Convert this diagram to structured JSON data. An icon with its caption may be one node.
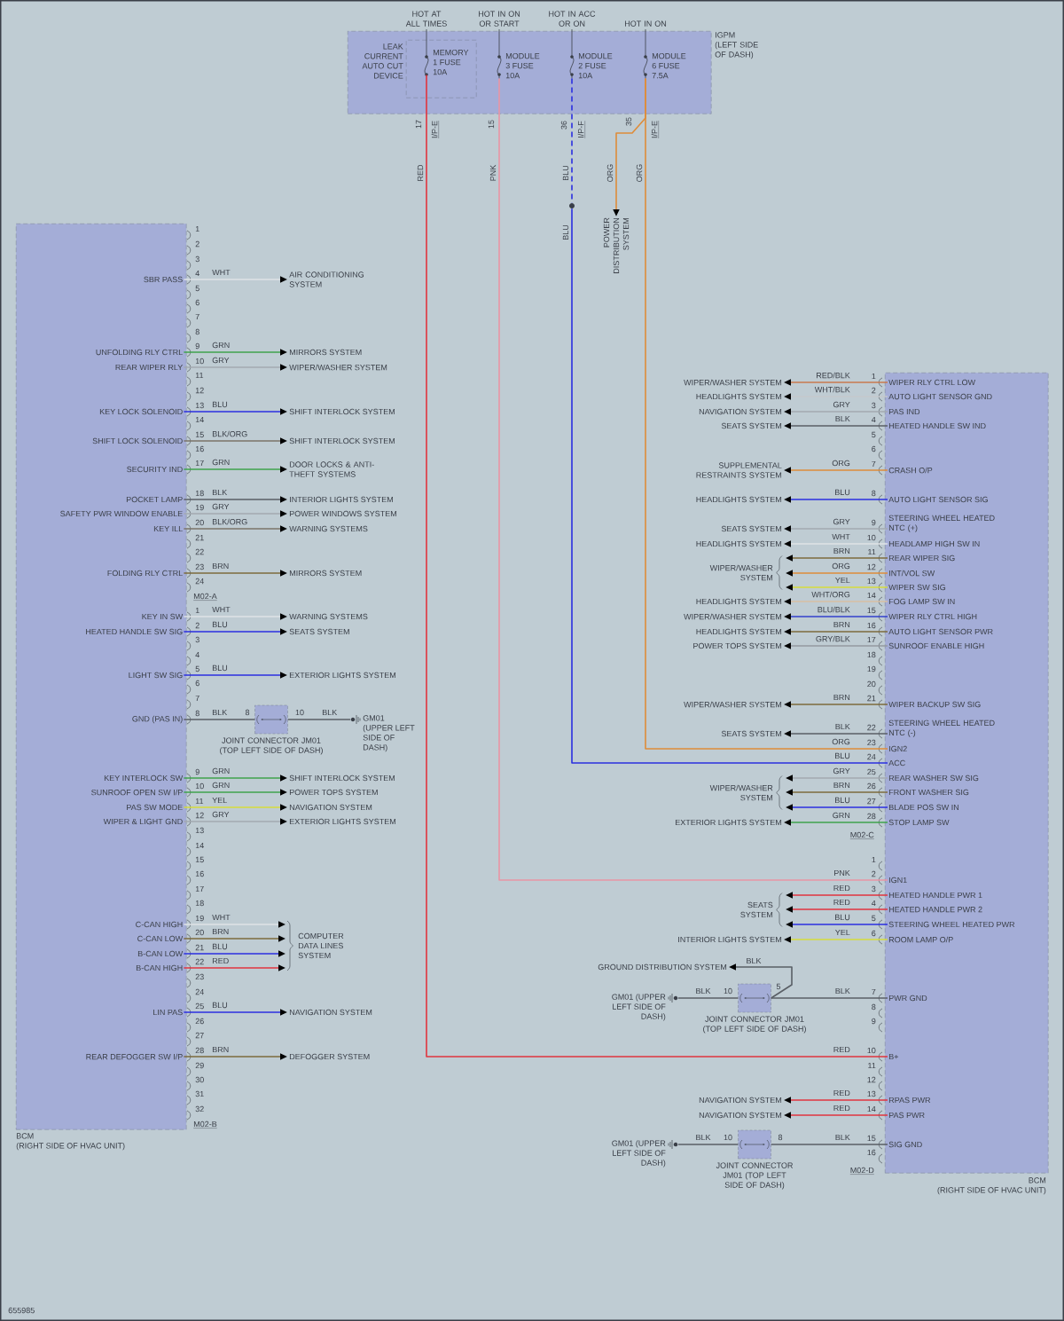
{
  "diagram": {
    "nodes": [
      {
        "text": [
          "IGPM (LEFT SIDE OF DASH)"
        ]
      },
      {
        "text": [
          "LEAK CURRENT AUTO CUT DEVICE"
        ],
        "in": 0
      },
      {
        "text": [
          "MEMORY 1 FUSE 10A"
        ],
        "in": 1,
        "beside": [
          "HOT AT ALL TIMES"
        ]
      },
      {
        "text": [
          "MODULE 3 FUSE 10A"
        ],
        "in": 0,
        "beside": [
          "HOT IN ON OR START"
        ]
      },
      {
        "text": [
          "MODULE 2 FUSE 10A"
        ],
        "in": 0,
        "beside": [
          "HOT IN ACC OR ON"
        ]
      },
      {
        "text": [
          "MODULE 6 FUSE 7.5A"
        ],
        "in": 0,
        "beside": [
          "HOT IN ON"
        ]
      },
      {
        "text": [
          "POWER DISTRIBUTION SYSTEM"
        ]
      },
      {
        "text": [],
        "shape": "circle"
      },
      {
        "text": [
          "BCM",
          "(RIGHT SIDE OF HVAC UNIT)"
        ]
      },
      {
        "text": [
          "SBR PASS"
        ],
        "in": 8
      },
      {
        "text": [
          "UNFOLDING RLY CTRL"
        ],
        "in": 8
      },
      {
        "text": [
          "REAR WIPER RLY"
        ],
        "in": 8
      },
      {
        "text": [
          "KEY LOCK SOLENOID"
        ],
        "in": 8
      },
      {
        "text": [
          "SHIFT LOCK SOLENOID"
        ],
        "in": 8
      },
      {
        "text": [
          "SECURITY IND"
        ],
        "in": 8
      },
      {
        "text": [
          "POCKET LAMP"
        ],
        "in": 8
      },
      {
        "text": [
          "SAFETY PWR WINDOW ENABLE"
        ],
        "in": 8
      },
      {
        "text": [
          "KEY ILL"
        ],
        "in": 8
      },
      {
        "text": [
          "FOLDING RLY CTRL"
        ],
        "in": 8
      },
      {
        "text": [
          "KEY IN SW"
        ],
        "in": 8
      },
      {
        "text": [
          "HEATED HANDLE SW SIG"
        ],
        "in": 8
      },
      {
        "text": [
          "LIGHT SW SIG"
        ],
        "in": 8
      },
      {
        "text": [
          "GND (PAS IN)"
        ],
        "in": 8
      },
      {
        "text": [
          "KEY INTERLOCK SW"
        ],
        "in": 8
      },
      {
        "text": [
          "SUNROOF OPEN SW I/P"
        ],
        "in": 8
      },
      {
        "text": [
          "PAS SW MODE"
        ],
        "in": 8
      },
      {
        "text": [
          "WIPER & LIGHT GND"
        ],
        "in": 8
      },
      {
        "text": [
          "C-CAN HIGH"
        ],
        "in": 8
      },
      {
        "text": [
          "C-CAN LOW"
        ],
        "in": 8
      },
      {
        "text": [
          "B-CAN LOW"
        ],
        "in": 8
      },
      {
        "text": [
          "B-CAN HIGH"
        ],
        "in": 8
      },
      {
        "text": [
          "LIN PAS"
        ],
        "in": 8
      },
      {
        "text": [
          "REAR DEFOGGER SW I/P"
        ],
        "in": 8
      },
      {
        "text": [
          "AIR CONDITIONING SYSTEM"
        ]
      },
      {
        "text": [
          "MIRRORS SYSTEM"
        ]
      },
      {
        "text": [
          "WIPER/WASHER SYSTEM"
        ]
      },
      {
        "text": [
          "SHIFT INTERLOCK SYSTEM"
        ]
      },
      {
        "text": [
          "SHIFT INTERLOCK SYSTEM"
        ]
      },
      {
        "text": [
          "DOOR LOCKS & ANTI-THEFT SYSTEMS"
        ]
      },
      {
        "text": [
          "INTERIOR LIGHTS SYSTEM"
        ]
      },
      {
        "text": [
          "POWER WINDOWS SYSTEM"
        ]
      },
      {
        "text": [
          "WARNING SYSTEMS"
        ]
      },
      {
        "text": [
          "MIRRORS SYSTEM"
        ]
      },
      {
        "text": [
          "WARNING SYSTEMS"
        ]
      },
      {
        "text": [
          "SEATS SYSTEM"
        ]
      },
      {
        "text": [
          "EXTERIOR LIGHTS SYSTEM"
        ]
      },
      {
        "text": [
          "JOINT CONNECTOR JM01 (TOP LEFT SIDE OF DASH)"
        ]
      },
      {
        "text": [
          "GM01 (UPPER LEFT SIDE OF DASH)"
        ]
      },
      {
        "text": [
          "SHIFT INTERLOCK SYSTEM"
        ]
      },
      {
        "text": [
          "POWER TOPS SYSTEM"
        ]
      },
      {
        "text": [
          "NAVIGATION SYSTEM"
        ]
      },
      {
        "text": [
          "EXTERIOR LIGHTS SYSTEM"
        ]
      },
      {
        "text": [
          "COMPUTER DATA LINES SYSTEM"
        ]
      },
      {
        "text": [
          "NAVIGATION SYSTEM"
        ]
      },
      {
        "text": [
          "DEFOGGER SYSTEM"
        ]
      },
      {
        "text": [
          "BCM",
          "(RIGHT SIDE OF HVAC UNIT)"
        ]
      },
      {
        "text": [
          "WIPER RLY CTRL LOW"
        ],
        "in": 55
      },
      {
        "text": [
          "AUTO LIGHT SENSOR GND"
        ],
        "in": 55
      },
      {
        "text": [
          "PAS IND"
        ],
        "in": 55
      },
      {
        "text": [
          "HEATED HANDLE SW IND"
        ],
        "in": 55
      },
      {
        "text": [
          "CRASH O/P"
        ],
        "in": 55
      },
      {
        "text": [
          "AUTO LIGHT SENSOR SIG"
        ],
        "in": 55
      },
      {
        "text": [
          "STEERING WHEEL HEATED NTC (+)"
        ],
        "in": 55
      },
      {
        "text": [
          "HEADLAMP HIGH SW IN"
        ],
        "in": 55
      },
      {
        "text": [
          "REAR WIPER SIG"
        ],
        "in": 55
      },
      {
        "text": [
          "INT/VOL SW"
        ],
        "in": 55
      },
      {
        "text": [
          "WIPER SW SIG"
        ],
        "in": 55
      },
      {
        "text": [
          "FOG LAMP SW IN"
        ],
        "in": 55
      },
      {
        "text": [
          "WIPER RLY CTRL HIGH"
        ],
        "in": 55
      },
      {
        "text": [
          "AUTO LIGHT SENSOR PWR"
        ],
        "in": 55
      },
      {
        "text": [
          "SUNROOF ENABLE HIGH"
        ],
        "in": 55
      },
      {
        "text": [
          "WIPER BACKUP SW SIG"
        ],
        "in": 55
      },
      {
        "text": [
          "STEERING WHEEL HEATED NTC (-)"
        ],
        "in": 55
      },
      {
        "text": [
          "IGN2"
        ],
        "in": 55
      },
      {
        "text": [
          "ACC"
        ],
        "in": 55
      },
      {
        "text": [
          "REAR WASHER SW SIG"
        ],
        "in": 55
      },
      {
        "text": [
          "FRONT WASHER SIG"
        ],
        "in": 55
      },
      {
        "text": [
          "BLADE POS SW IN"
        ],
        "in": 55
      },
      {
        "text": [
          "STOP LAMP SW"
        ],
        "in": 55
      },
      {
        "text": [
          "IGN1"
        ],
        "in": 55
      },
      {
        "text": [
          "HEATED HANDLE PWR 1"
        ],
        "in": 55
      },
      {
        "text": [
          "HEATED HANDLE PWR 2"
        ],
        "in": 55
      },
      {
        "text": [
          "STEERING WHEEL HEATED PWR"
        ],
        "in": 55
      },
      {
        "text": [
          "ROOM LAMP O/P"
        ],
        "in": 55
      },
      {
        "text": [
          "PWR GND"
        ],
        "in": 55
      },
      {
        "text": [
          "B+"
        ],
        "in": 55
      },
      {
        "text": [
          "RPAS PWR"
        ],
        "in": 55
      },
      {
        "text": [
          "PAS PWR"
        ],
        "in": 55
      },
      {
        "text": [
          "SIG GND"
        ],
        "in": 55
      },
      {
        "text": [
          "WIPER/WASHER SYSTEM"
        ]
      },
      {
        "text": [
          "HEADLIGHTS SYSTEM"
        ]
      },
      {
        "text": [
          "NAVIGATION SYSTEM"
        ]
      },
      {
        "text": [
          "SEATS SYSTEM"
        ]
      },
      {
        "text": [
          "SUPPLEMENTAL RESTRAINTS SYSTEM"
        ]
      },
      {
        "text": [
          "HEADLIGHTS SYSTEM"
        ]
      },
      {
        "text": [
          "SEATS SYSTEM"
        ]
      },
      {
        "text": [
          "HEADLIGHTS SYSTEM"
        ]
      },
      {
        "text": [
          "WIPER/WASHER SYSTEM"
        ]
      },
      {
        "text": [
          "HEADLIGHTS SYSTEM"
        ]
      },
      {
        "text": [
          "WIPER/WASHER SYSTEM"
        ]
      },
      {
        "text": [
          "HEADLIGHTS SYSTEM"
        ]
      },
      {
        "text": [
          "POWER TOPS SYSTEM"
        ]
      },
      {
        "text": [
          "WIPER/WASHER SYSTEM"
        ]
      },
      {
        "text": [
          "SEATS SYSTEM"
        ]
      },
      {
        "text": [
          "WIPER/WASHER SYSTEM"
        ]
      },
      {
        "text": [
          "EXTERIOR LIGHTS SYSTEM"
        ]
      },
      {
        "text": [
          "SEATS SYSTEM"
        ]
      },
      {
        "text": [
          "INTERIOR LIGHTS SYSTEM"
        ]
      },
      {
        "text": [
          "GROUND DISTRIBUTION SYSTEM"
        ]
      },
      {
        "text": [
          "GM01 (UPPER LEFT SIDE OF DASH)"
        ]
      },
      {
        "text": [
          "JOINT CONNECTOR JM01 (TOP LEFT SIDE OF DASH)"
        ]
      },
      {
        "text": [
          "NAVIGATION SYSTEM"
        ]
      },
      {
        "text": [
          "NAVIGATION SYSTEM"
        ]
      },
      {
        "text": [
          "GM01 (UPPER LEFT SIDE OF DASH)"
        ]
      },
      {
        "text": [
          "JOINT CONNECTOR JM01 (TOP LEFT SIDE OF DASH)"
        ]
      }
    ],
    "edges": [
      {
        "from": 9,
        "to": 33,
        "arrow": "to",
        "label": "WHT",
        "color": "#dfe3e6"
      },
      {
        "from": 10,
        "to": 34,
        "arrow": "to",
        "label": "GRN",
        "color": "#3fa34d"
      },
      {
        "from": 11,
        "to": 35,
        "arrow": "to",
        "label": "GRY",
        "color": "#a3aab0"
      },
      {
        "from": 12,
        "to": 36,
        "arrow": "to",
        "label": "BLU",
        "color": "#2b2fe0"
      },
      {
        "from": 13,
        "to": 37,
        "arrow": "to",
        "label": "BLK/ORG",
        "color": "#7b7468"
      },
      {
        "from": 14,
        "to": 38,
        "arrow": "to",
        "label": "GRN",
        "color": "#3fa34d"
      },
      {
        "from": 15,
        "to": 39,
        "arrow": "to",
        "label": "BLK",
        "color": "#5a5f66"
      },
      {
        "from": 16,
        "to": 40,
        "arrow": "to",
        "label": "GRY",
        "color": "#a3aab0"
      },
      {
        "from": 17,
        "to": 41,
        "arrow": "to",
        "label": "BLK/ORG",
        "color": "#7b7468"
      },
      {
        "from": 18,
        "to": 42,
        "arrow": "to",
        "label": "BRN",
        "color": "#7d6b3c"
      },
      {
        "from": 19,
        "to": 43,
        "arrow": "to",
        "label": "WHT",
        "color": "#dfe3e6"
      },
      {
        "from": 20,
        "to": 44,
        "arrow": "to",
        "label": "BLU",
        "color": "#2b2fe0"
      },
      {
        "from": 21,
        "to": 45,
        "arrow": "to",
        "label": "BLU",
        "color": "#2b2fe0"
      },
      {
        "from": 22,
        "to": 46,
        "arrow": "none",
        "label": "BLK",
        "color": "#5a5f66"
      },
      {
        "from": 46,
        "to": 47,
        "arrow": "none",
        "label": "BLK",
        "color": "#5a5f66"
      },
      {
        "from": 23,
        "to": 48,
        "arrow": "to",
        "label": "GRN",
        "color": "#3fa34d"
      },
      {
        "from": 24,
        "to": 49,
        "arrow": "to",
        "label": "GRN",
        "color": "#3fa34d"
      },
      {
        "from": 25,
        "to": 50,
        "arrow": "to",
        "label": "YEL",
        "color": "#d6dc3c"
      },
      {
        "from": 26,
        "to": 51,
        "arrow": "to",
        "label": "GRY",
        "color": "#a3aab0"
      },
      {
        "from": 27,
        "to": 52,
        "arrow": "to",
        "label": "WHT",
        "color": "#dfe3e6"
      },
      {
        "from": 28,
        "to": 52,
        "arrow": "to",
        "label": "BRN",
        "color": "#7d6b3c"
      },
      {
        "from": 29,
        "to": 52,
        "arrow": "to",
        "label": "BLU",
        "color": "#2b2fe0"
      },
      {
        "from": 30,
        "to": 52,
        "arrow": "to",
        "label": "RED",
        "color": "#e0353f"
      },
      {
        "from": 31,
        "to": 53,
        "arrow": "to",
        "label": "BLU",
        "color": "#2b2fe0"
      },
      {
        "from": 32,
        "to": 54,
        "arrow": "to",
        "label": "BRN",
        "color": "#7d6b3c"
      },
      {
        "from": 2,
        "to": 85,
        "arrow": "none",
        "label": "RED",
        "color": "#e0353f"
      },
      {
        "from": 3,
        "to": 79,
        "arrow": "none",
        "label": "PNK",
        "color": "#e995a5"
      },
      {
        "from": 4,
        "to": 7,
        "arrow": "none",
        "label": "BLU",
        "style": "dashed",
        "color": "#2b2fe0"
      },
      {
        "from": 7,
        "to": 74,
        "arrow": "none",
        "label": "BLU",
        "color": "#2b2fe0"
      },
      {
        "from": 5,
        "to": 6,
        "arrow": "to",
        "label": "ORG",
        "color": "#de8c3a"
      },
      {
        "from": 5,
        "to": 73,
        "arrow": "none",
        "label": "ORG",
        "color": "#de8c3a"
      },
      {
        "from": 56,
        "to": 89,
        "arrow": "to",
        "label": "RED/BLK",
        "color": "#c97a4f"
      },
      {
        "from": 57,
        "to": 90,
        "arrow": "to",
        "label": "WHT/BLK",
        "color": "#c5c9cd"
      },
      {
        "from": 58,
        "to": 91,
        "arrow": "to",
        "label": "GRY",
        "color": "#a3aab0"
      },
      {
        "from": 59,
        "to": 92,
        "arrow": "to",
        "label": "BLK",
        "color": "#5a5f66"
      },
      {
        "from": 60,
        "to": 93,
        "arrow": "to",
        "label": "ORG",
        "color": "#de8c3a"
      },
      {
        "from": 61,
        "to": 94,
        "arrow": "to",
        "label": "BLU",
        "color": "#2b2fe0"
      },
      {
        "from": 62,
        "to": 95,
        "arrow": "to",
        "label": "GRY",
        "color": "#a3aab0"
      },
      {
        "from": 63,
        "to": 96,
        "arrow": "to",
        "label": "WHT",
        "color": "#dfe3e6"
      },
      {
        "from": 64,
        "to": 97,
        "arrow": "to",
        "label": "BRN",
        "color": "#7d6b3c"
      },
      {
        "from": 65,
        "to": 97,
        "arrow": "to",
        "label": "ORG",
        "color": "#de8c3a"
      },
      {
        "from": 66,
        "to": 97,
        "arrow": "to",
        "label": "YEL",
        "color": "#d6dc3c"
      },
      {
        "from": 67,
        "to": 98,
        "arrow": "to",
        "label": "WHT/ORG",
        "color": "#d9bfa3"
      },
      {
        "from": 68,
        "to": 99,
        "arrow": "to",
        "label": "BLU/BLK",
        "color": "#3340cc"
      },
      {
        "from": 69,
        "to": 100,
        "arrow": "to",
        "label": "BRN",
        "color": "#7d6b3c"
      },
      {
        "from": 70,
        "to": 101,
        "arrow": "to",
        "label": "GRY/BLK",
        "color": "#949aa0"
      },
      {
        "from": 71,
        "to": 102,
        "arrow": "to",
        "label": "BRN",
        "color": "#7d6b3c"
      },
      {
        "from": 72,
        "to": 103,
        "arrow": "to",
        "label": "BLK",
        "color": "#5a5f66"
      },
      {
        "from": 75,
        "to": 104,
        "arrow": "to",
        "label": "GRY",
        "color": "#a3aab0"
      },
      {
        "from": 76,
        "to": 104,
        "arrow": "to",
        "label": "BRN",
        "color": "#7d6b3c"
      },
      {
        "from": 77,
        "to": 104,
        "arrow": "to",
        "label": "BLU",
        "color": "#2b2fe0"
      },
      {
        "from": 78,
        "to": 105,
        "arrow": "to",
        "label": "GRN",
        "color": "#3fa34d"
      },
      {
        "from": 80,
        "to": 106,
        "arrow": "to",
        "label": "RED",
        "color": "#e0353f"
      },
      {
        "from": 81,
        "to": 106,
        "arrow": "to",
        "label": "RED",
        "color": "#e0353f"
      },
      {
        "from": 82,
        "to": 106,
        "arrow": "to",
        "label": "BLU",
        "color": "#2b2fe0"
      },
      {
        "from": 83,
        "to": 107,
        "arrow": "to",
        "label": "YEL",
        "color": "#d6dc3c"
      },
      {
        "from": 84,
        "to": 110,
        "arrow": "none",
        "label": "BLK",
        "color": "#5a5f66"
      },
      {
        "from": 110,
        "to": 109,
        "arrow": "none",
        "label": "BLK",
        "color": "#5a5f66"
      },
      {
        "from": 110,
        "to": 108,
        "arrow": "to",
        "label": "BLK",
        "color": "#5a5f66"
      },
      {
        "from": 86,
        "to": 111,
        "arrow": "to",
        "label": "RED",
        "color": "#e0353f"
      },
      {
        "from": 87,
        "to": 112,
        "arrow": "to",
        "label": "RED",
        "color": "#e0353f"
      },
      {
        "from": 88,
        "to": 114,
        "arrow": "none",
        "label": "BLK",
        "color": "#5a5f66"
      },
      {
        "from": 114,
        "to": 113,
        "arrow": "none",
        "label": "BLK",
        "color": "#5a5f66"
      }
    ],
    "labels": [
      "17",
      "I/P-E",
      "15",
      "36",
      "I/P-F",
      "35",
      "I/P-E",
      "1",
      "2",
      "3",
      "4",
      "5",
      "6",
      "7",
      "8",
      "9",
      "10",
      "11",
      "12",
      "13",
      "14",
      "15",
      "16",
      "17",
      "18",
      "19",
      "20",
      "21",
      "22",
      "23",
      "24",
      "M02-A",
      "1",
      "2",
      "3",
      "4",
      "5",
      "6",
      "7",
      "8",
      "9",
      "10",
      "11",
      "12",
      "13",
      "14",
      "15",
      "16",
      "17",
      "18",
      "19",
      "20",
      "21",
      "22",
      "23",
      "24",
      "25",
      "26",
      "27",
      "28",
      "29",
      "30",
      "31",
      "32",
      "8",
      "10",
      "M02-B",
      "1",
      "2",
      "3",
      "4",
      "5",
      "6",
      "7",
      "8",
      "9",
      "10",
      "11",
      "12",
      "13",
      "14",
      "15",
      "16",
      "17",
      "18",
      "19",
      "20",
      "21",
      "22",
      "23",
      "24",
      "25",
      "26",
      "27",
      "28",
      "M02-C",
      "ORG",
      "BLU",
      "1",
      "2",
      "3",
      "4",
      "5",
      "6",
      "7",
      "8",
      "9",
      "10",
      "11",
      "12",
      "13",
      "14",
      "15",
      "16",
      "PNK",
      "RED",
      "10",
      "5",
      "10",
      "8",
      "M02-D",
      "655985"
    ]
  }
}
